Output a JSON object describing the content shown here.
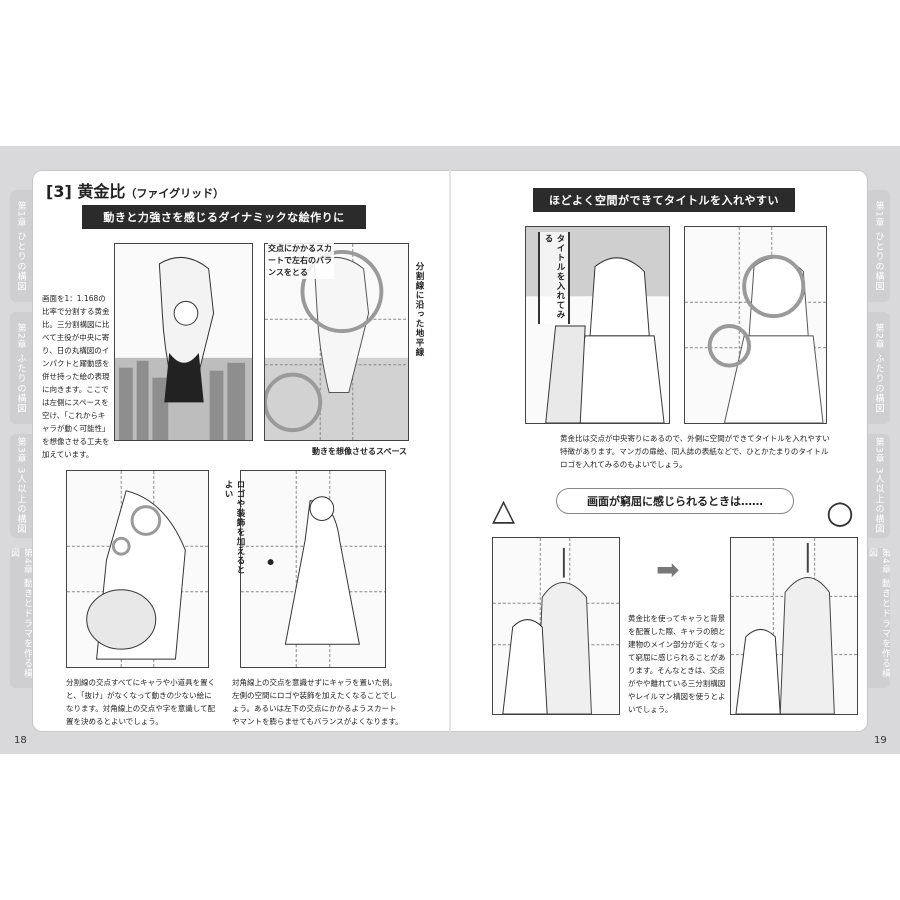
{
  "left_page": {
    "page_number": "18",
    "section_title": "[3] 黄金比",
    "section_subtitle": "（ファイグリッド）",
    "banner": "動きと力強さを感じるダイナミックな絵作りに",
    "intro_text": "画面を1：1.168の比率で分割する黄金比。三分割構図に比べて主役が中央に寄り、日の丸構図のインパクトと躍動感を併せ持った絵の表現に向きます。ここでは左側にスペースを空け、「これからキャラが動く可能性」を想像させる工夫を加えています。",
    "note_intersection": "交点にかかるスカートで左右のバランスをとる",
    "note_horizon": "分割線に沿った地平線",
    "note_space": "動きを想像させるスペース",
    "note_logo": "ロゴや装飾を加えるとよい",
    "caption_bottom_left": "分割線の交点すべてにキャラや小道具を置くと、「抜け」がなくなって動きの少ない絵になります。対角線上の交点や字を意識して配置を決めるとよいでしょう。",
    "caption_bottom_right": "対角線上の交点を意識せずにキャラを置いた例。左側の空間にロゴや装飾を加えたくなることでしょう。あるいは左下の交点にかかるようスカートやマントを膨らませてもバランスがよくなります。"
  },
  "right_page": {
    "page_number": "19",
    "banner": "ほどよく空間ができてタイトルを入れやすい",
    "title_sample": "タイトルを入れてみる",
    "caption_top": "黄金比は交点が中央寄りにあるので、外側に空間ができてタイトルを入れやすい特徴があります。マンガの扉絵、同人誌の表紙などで、ひとかたまりのタイトルロゴを入れてみるのもよいでしょう。",
    "pill": "画面が窮屈に感じられるときは……",
    "symbol_bad": "△",
    "symbol_good": "○",
    "arrow": "➡",
    "caption_side": "黄金比を使ってキャラと背景を配置した際、キャラの顔と建物のメイン部分が近くなって窮屈に感じられることがあります。そんなときは、交点がやや離れている三分割構図やレイルマン構図を使うとよいでしょう。"
  },
  "tabs": {
    "left": [
      "第1章 ひとりの構図",
      "第2章 ふたりの構図",
      "第3章 3人以上の構図",
      "第4章 動きとドラマを作る構図"
    ],
    "right": [
      "第1章 ひとりの構図",
      "第2章 ふたりの構図",
      "第3章 3人以上の構図",
      "第4章 動きとドラマを作る構図"
    ]
  },
  "colors": {
    "banner_bg": "#2b2b2b",
    "tab_bg": "#cfcfd1",
    "spread_bg": "#d9d9db",
    "guide_circle": "#9a9a9a"
  }
}
